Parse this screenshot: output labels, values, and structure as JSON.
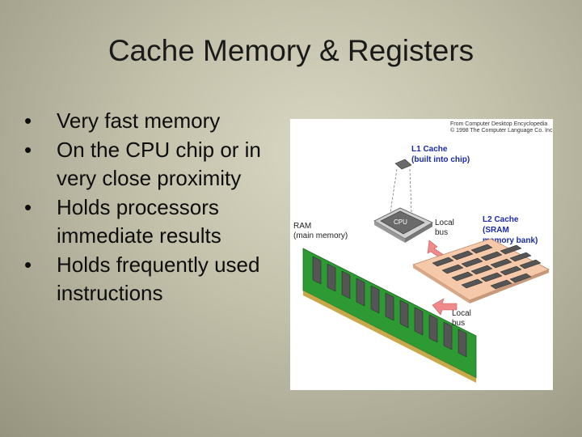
{
  "slide": {
    "title": "Cache Memory & Registers",
    "bullets": [
      "Very fast memory",
      "On the CPU chip or in very close proximity",
      "Holds processors immediate results",
      "Holds frequently used instructions"
    ]
  },
  "figure": {
    "credit_line1": "From Computer Desktop Encyclopedia",
    "credit_line2": "© 1998 The Computer Language Co. Inc.",
    "l1_line1": "L1 Cache",
    "l1_line2": "(built into chip)",
    "cpu": "CPU",
    "ram_line1": "RAM",
    "ram_line2": "(main memory)",
    "local_bus_top_line1": "Local",
    "local_bus_top_line2": "bus",
    "l2_line1": "L2 Cache",
    "l2_line2": "(SRAM",
    "l2_line3": "memory bank)",
    "local_bus_bottom_line1": "Local",
    "local_bus_bottom_line2": "bus"
  },
  "colors": {
    "ram_board": "#2e9a34",
    "cache_board": "#f4c8a8",
    "chip": "#5a5a5a",
    "arrow": "#f08a8a",
    "label_blue": "#1a2aa8"
  }
}
